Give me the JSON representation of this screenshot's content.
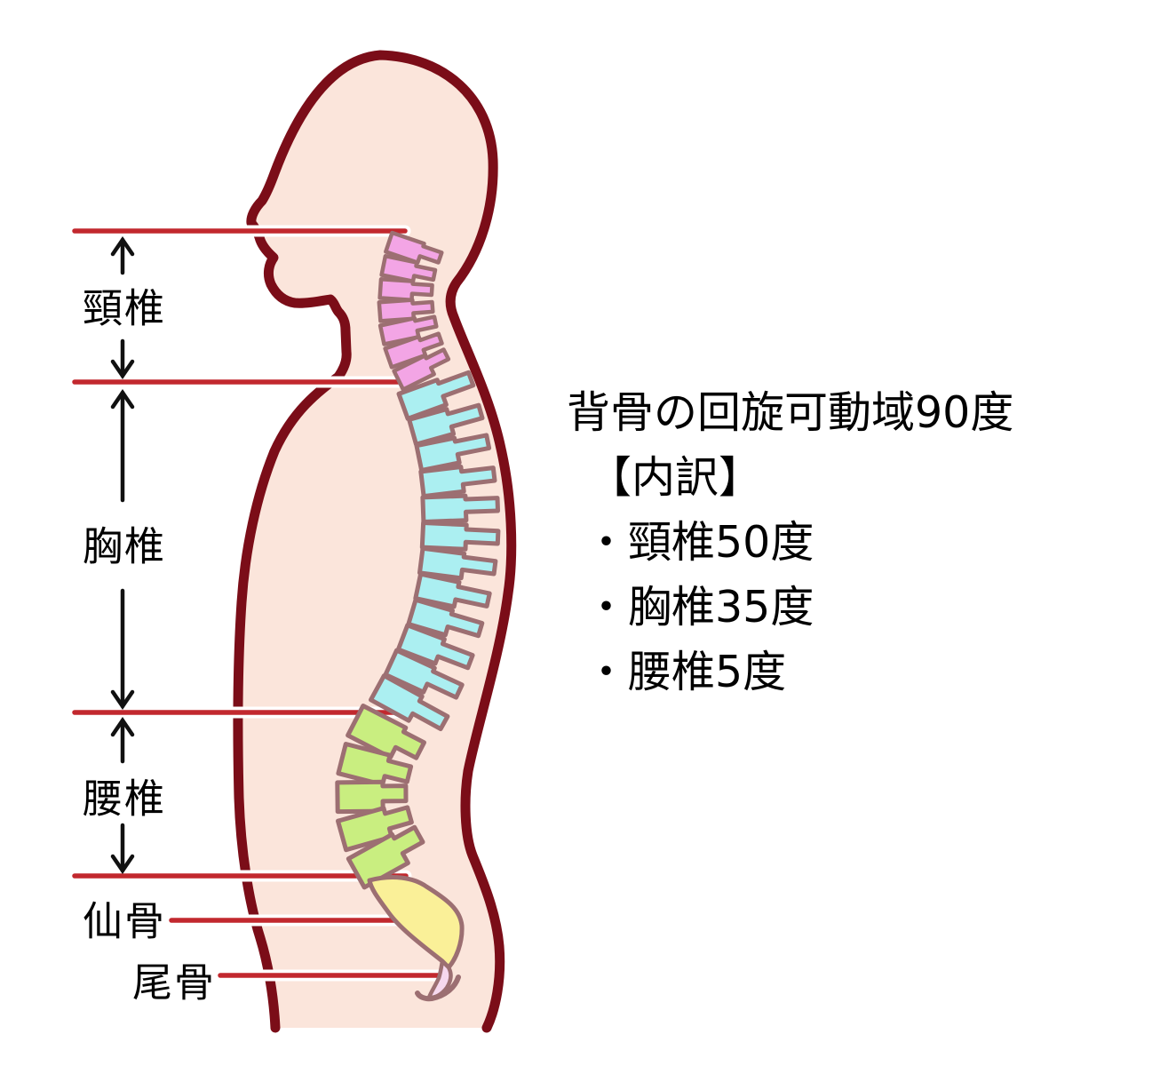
{
  "spine_labels": {
    "cervical": "頸椎",
    "thoracic": "胸椎",
    "lumbar": "腰椎",
    "sacrum": "仙骨",
    "coccyx": "尾骨"
  },
  "info": {
    "title": "背骨の回旋可動域90度",
    "heading": "【内訳】",
    "items": [
      "・頸椎50度",
      "・胸椎35度",
      "・腰椎5度"
    ]
  },
  "colors": {
    "body_fill": "#FBE5DB",
    "body_outline": "#7B0D18",
    "vertebra_outline": "#9C6F72",
    "cervical": "#F3A5E5",
    "thoracic": "#ABEFF1",
    "lumbar": "#C9EE80",
    "sacrum": "#FAF098",
    "coccyx": "#F6D8EE",
    "guide_line": "#C2282E",
    "arrow": "#111111",
    "text": "#000000"
  }
}
